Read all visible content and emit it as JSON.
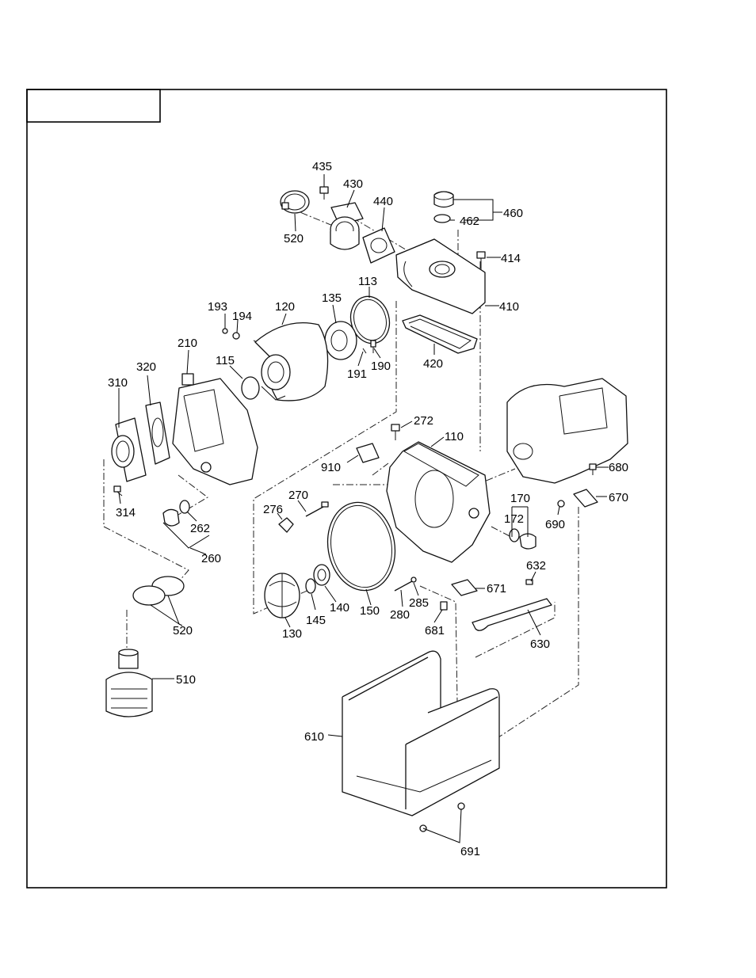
{
  "title_box": "",
  "labels": [
    {
      "id": "435",
      "text": "435"
    },
    {
      "id": "430",
      "text": "430"
    },
    {
      "id": "440",
      "text": "440"
    },
    {
      "id": "520a",
      "text": "520"
    },
    {
      "id": "460",
      "text": "460"
    },
    {
      "id": "462",
      "text": "462"
    },
    {
      "id": "414",
      "text": "414"
    },
    {
      "id": "410",
      "text": "410"
    },
    {
      "id": "113",
      "text": "113"
    },
    {
      "id": "193",
      "text": "193"
    },
    {
      "id": "194",
      "text": "194"
    },
    {
      "id": "120",
      "text": "120"
    },
    {
      "id": "135",
      "text": "135"
    },
    {
      "id": "420",
      "text": "420"
    },
    {
      "id": "191",
      "text": "191"
    },
    {
      "id": "190",
      "text": "190"
    },
    {
      "id": "210",
      "text": "210"
    },
    {
      "id": "320",
      "text": "320"
    },
    {
      "id": "115",
      "text": "115"
    },
    {
      "id": "310",
      "text": "310"
    },
    {
      "id": "272",
      "text": "272"
    },
    {
      "id": "110",
      "text": "110"
    },
    {
      "id": "910",
      "text": "910"
    },
    {
      "id": "680",
      "text": "680"
    },
    {
      "id": "314",
      "text": "314"
    },
    {
      "id": "270",
      "text": "270"
    },
    {
      "id": "276",
      "text": "276"
    },
    {
      "id": "170",
      "text": "170"
    },
    {
      "id": "670",
      "text": "670"
    },
    {
      "id": "172",
      "text": "172"
    },
    {
      "id": "690",
      "text": "690"
    },
    {
      "id": "262",
      "text": "262"
    },
    {
      "id": "260",
      "text": "260"
    },
    {
      "id": "632",
      "text": "632"
    },
    {
      "id": "671",
      "text": "671"
    },
    {
      "id": "140",
      "text": "140"
    },
    {
      "id": "285",
      "text": "285"
    },
    {
      "id": "145",
      "text": "145"
    },
    {
      "id": "150",
      "text": "150"
    },
    {
      "id": "280",
      "text": "280"
    },
    {
      "id": "130",
      "text": "130"
    },
    {
      "id": "681",
      "text": "681"
    },
    {
      "id": "520b",
      "text": "520"
    },
    {
      "id": "630",
      "text": "630"
    },
    {
      "id": "510",
      "text": "510"
    },
    {
      "id": "610",
      "text": "610"
    },
    {
      "id": "691",
      "text": "691"
    }
  ]
}
